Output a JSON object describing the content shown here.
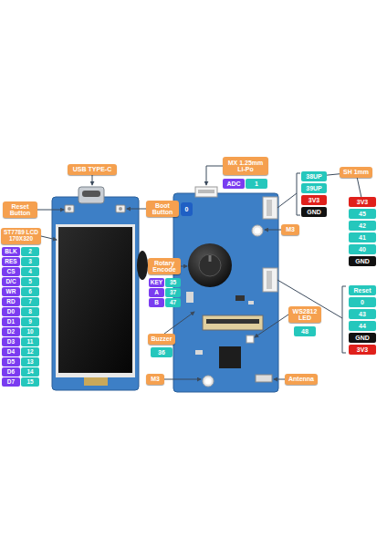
{
  "diagram": {
    "nodes": [
      {
        "text": [
          "USB TYPE-C"
        ]
      },
      {
        "text": [
          "Reset Button"
        ]
      },
      {
        "text": [
          "Boot Button"
        ]
      },
      {
        "text": [
          "0"
        ]
      },
      {
        "text": [
          "ST7789 LCD 170X320"
        ]
      },
      {
        "text": [
          "BLK"
        ]
      },
      {
        "text": [
          "2"
        ]
      },
      {
        "text": [
          "RES"
        ]
      },
      {
        "text": [
          "3"
        ]
      },
      {
        "text": [
          "CS"
        ]
      },
      {
        "text": [
          "4"
        ]
      },
      {
        "text": [
          "D/C"
        ]
      },
      {
        "text": [
          "5"
        ]
      },
      {
        "text": [
          "WR"
        ]
      },
      {
        "text": [
          "6"
        ]
      },
      {
        "text": [
          "RD"
        ]
      },
      {
        "text": [
          "7"
        ]
      },
      {
        "text": [
          "D0"
        ]
      },
      {
        "text": [
          "8"
        ]
      },
      {
        "text": [
          "D1"
        ]
      },
      {
        "text": [
          "9"
        ]
      },
      {
        "text": [
          "D2"
        ]
      },
      {
        "text": [
          "10"
        ]
      },
      {
        "text": [
          "D3"
        ]
      },
      {
        "text": [
          "11"
        ]
      },
      {
        "text": [
          "D4"
        ]
      },
      {
        "text": [
          "12"
        ]
      },
      {
        "text": [
          "D5"
        ]
      },
      {
        "text": [
          "13"
        ]
      },
      {
        "text": [
          "D6"
        ]
      },
      {
        "text": [
          "14"
        ]
      },
      {
        "text": [
          "D7"
        ]
      },
      {
        "text": [
          "15"
        ]
      },
      {
        "text": [
          "Rotary Encode"
        ]
      },
      {
        "text": [
          "KEY"
        ]
      },
      {
        "text": [
          "35"
        ]
      },
      {
        "text": [
          "A"
        ]
      },
      {
        "text": [
          "37"
        ]
      },
      {
        "text": [
          "B"
        ]
      },
      {
        "text": [
          "47"
        ]
      },
      {
        "text": [
          "Buzzer"
        ]
      },
      {
        "text": [
          "36"
        ]
      },
      {
        "text": [
          "M3"
        ]
      },
      {
        "text": [
          "MX 1.25mm Li-Po"
        ]
      },
      {
        "text": [
          "ADC"
        ]
      },
      {
        "text": [
          "1"
        ]
      },
      {
        "text": [
          "M3"
        ]
      },
      {
        "text": [
          "WS2812 LED"
        ]
      },
      {
        "text": [
          "48"
        ]
      },
      {
        "text": [
          "Antenna"
        ]
      },
      {
        "text": [
          "SH 1mm"
        ]
      },
      {
        "text": [
          "38UP"
        ]
      },
      {
        "text": [
          "39UP"
        ]
      },
      {
        "text": [
          "3V3"
        ]
      },
      {
        "text": [
          "GND"
        ]
      },
      {
        "text": [
          "3V3"
        ]
      },
      {
        "text": [
          "45"
        ]
      },
      {
        "text": [
          "42"
        ]
      },
      {
        "text": [
          "41"
        ]
      },
      {
        "text": [
          "40"
        ]
      },
      {
        "text": [
          "GND"
        ]
      },
      {
        "text": [
          "Reset"
        ]
      },
      {
        "text": [
          "0"
        ]
      },
      {
        "text": [
          "43"
        ]
      },
      {
        "text": [
          "44"
        ]
      },
      {
        "text": [
          "GND"
        ]
      },
      {
        "text": [
          "3V3"
        ]
      }
    ],
    "edges": [
      {
        "from": 50,
        "to": 51,
        "arrow": "none"
      },
      {
        "from": 50,
        "to": 55,
        "arrow": "none"
      }
    ]
  }
}
